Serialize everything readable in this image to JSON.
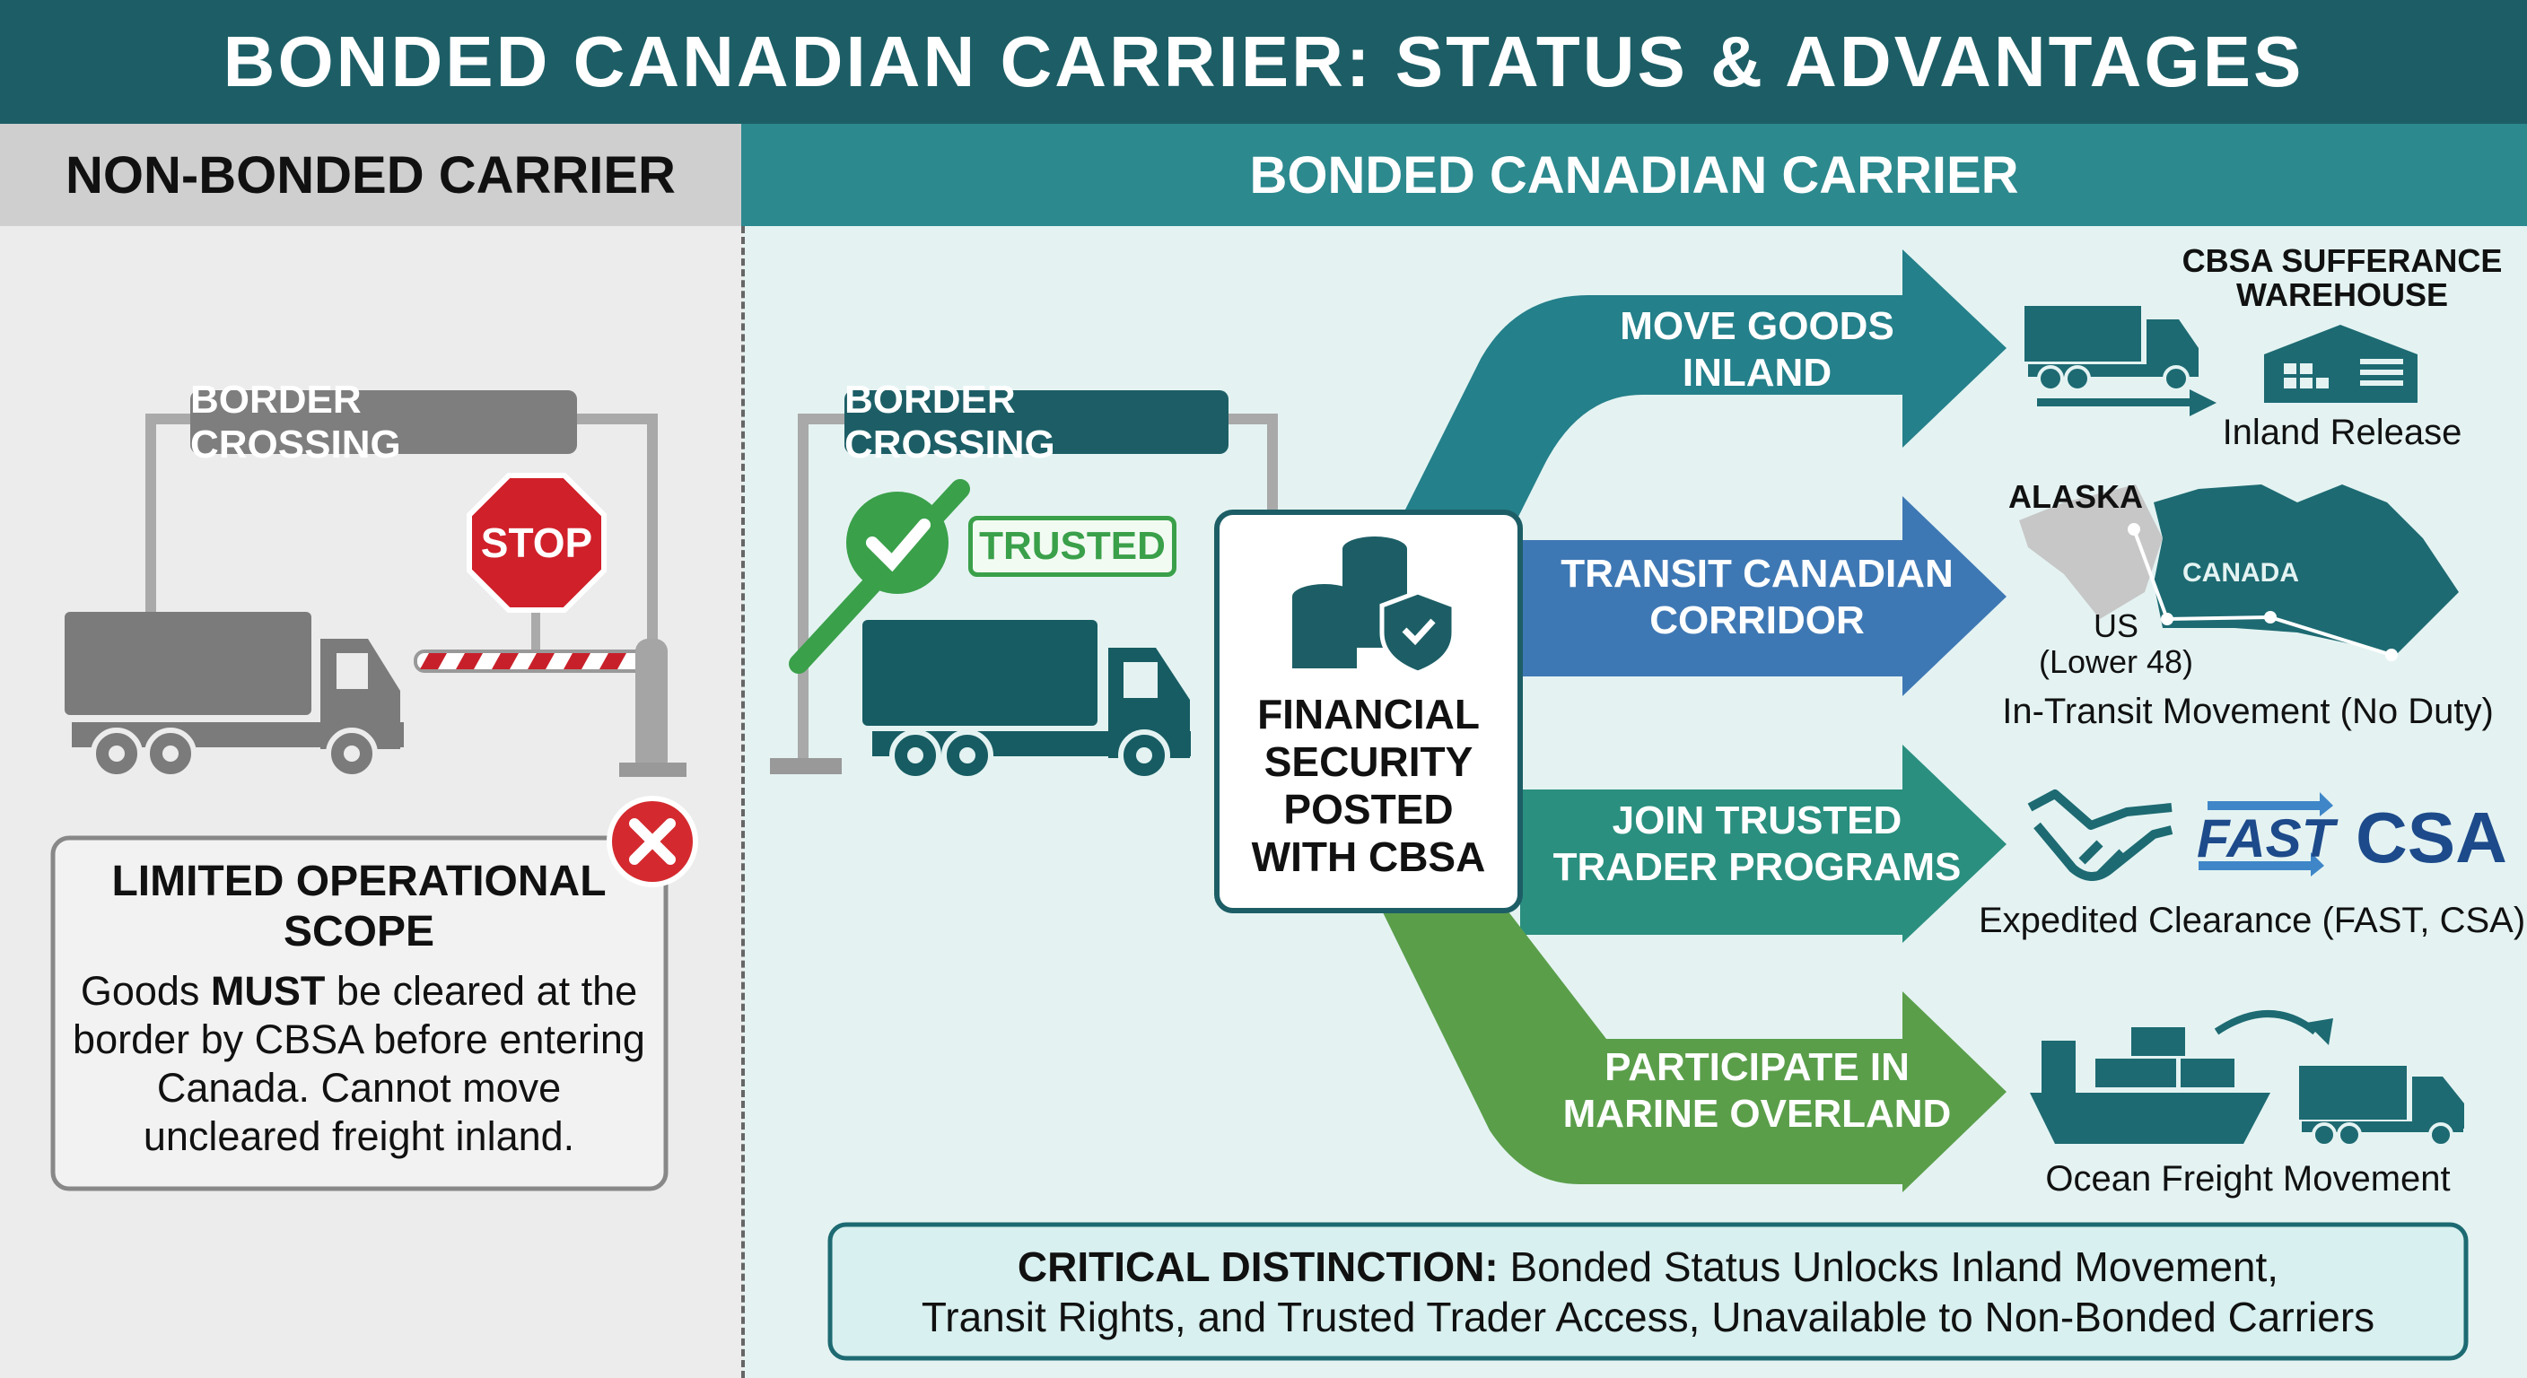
{
  "title": "BONDED CANADIAN CARRIER: STATUS & ADVANTAGES",
  "left": {
    "heading": "NON-BONDED CARRIER",
    "border_label": "BORDER CROSSING",
    "stop_sign": "STOP",
    "scope_title": "LIMITED OPERATIONAL SCOPE",
    "scope_body_1": "Goods ",
    "scope_body_bold": "MUST",
    "scope_body_2": " be cleared at the border by CBSA before entering Canada. Cannot move uncleared freight inland."
  },
  "right": {
    "heading": "BONDED CANADIAN CARRIER",
    "border_label": "BORDER CROSSING",
    "trusted_badge": "TRUSTED",
    "security_box": [
      "FINANCIAL",
      "SECURITY",
      "POSTED",
      "WITH CBSA"
    ],
    "arrows": [
      {
        "label": [
          "MOVE GOODS",
          "INLAND"
        ],
        "color": "#24808a"
      },
      {
        "label": [
          "TRANSIT CANADIAN",
          "CORRIDOR"
        ],
        "color": "#3e78b4"
      },
      {
        "label": [
          "JOIN TRUSTED",
          "TRADER PROGRAMS"
        ],
        "color": "#2a8f7f"
      },
      {
        "label": [
          "PARTICIPATE IN",
          "MARINE OVERLAND"
        ],
        "color": "#5a9e4a"
      }
    ],
    "outcomes": {
      "warehouse_title": [
        "CBSA SUFFERANCE",
        "WAREHOUSE"
      ],
      "inland_caption": "Inland Release",
      "map_alaska": "ALASKA",
      "map_canada": "CANADA",
      "map_us": "US",
      "map_us_sub": "(Lower 48)",
      "transit_caption": "In-Transit Movement (No Duty)",
      "fast_logo": "FAST",
      "csa_logo": "CSA",
      "trader_caption": "Expedited Clearance (FAST, CSA)",
      "marine_caption": "Ocean Freight Movement"
    },
    "critical": {
      "bold": "CRITICAL DISTINCTION:",
      "line1": " Bonded Status Unlocks Inland Movement,",
      "line2": "Transit Rights, and Trusted Trader Access, Unavailable to Non-Bonded Carriers"
    }
  }
}
